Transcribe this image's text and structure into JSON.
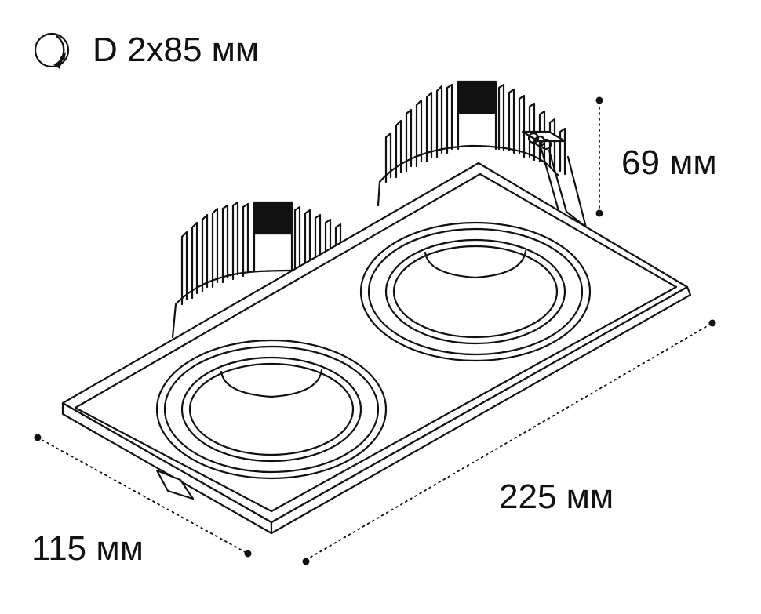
{
  "labels": {
    "diameter": "D 2x85 мм",
    "height": "69 мм",
    "length": "225 мм",
    "width": "115 мм"
  },
  "icons": {
    "diameter_icon": "rotation-circle-icon"
  },
  "colors": {
    "line": "#111111",
    "fill": "#ffffff"
  }
}
